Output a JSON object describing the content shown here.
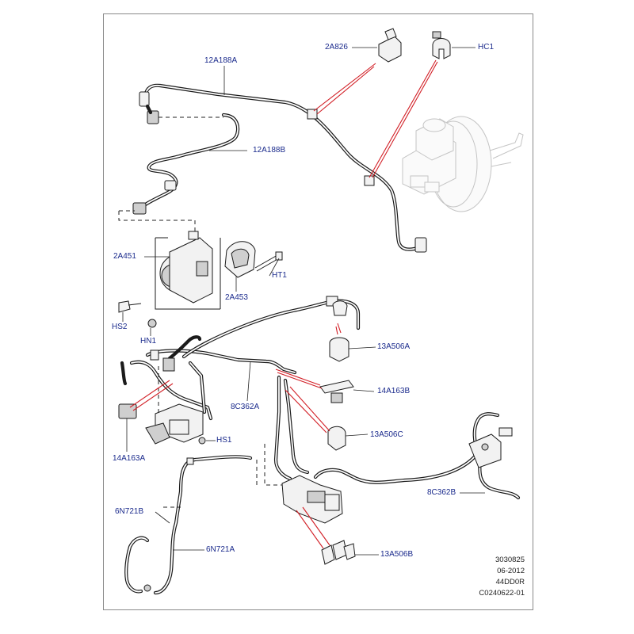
{
  "callouts": {
    "c_12A188A": "12A188A",
    "c_2A826": "2A826",
    "c_HC1": "HC1",
    "c_12A188B": "12A188B",
    "c_2A451": "2A451",
    "c_HT1": "HT1",
    "c_2A453": "2A453",
    "c_HS2": "HS2",
    "c_HN1": "HN1",
    "c_13A506A": "13A506A",
    "c_14A163B": "14A163B",
    "c_8C362A": "8C362A",
    "c_13A506C": "13A506C",
    "c_14A163A": "14A163A",
    "c_HS1": "HS1",
    "c_8C362B": "8C362B",
    "c_6N721B": "6N721B",
    "c_6N721A": "6N721A",
    "c_13A506B": "13A506B"
  },
  "footer": {
    "line1": "3030825",
    "line2": "06-2012",
    "line3": "44DD0R",
    "line4": "C0240622-01"
  },
  "colors": {
    "label": "#1a2a8c",
    "leader_red": "#d21f26",
    "outline": "#1b1b1b",
    "ghost": "#c4c4c4",
    "frame": "#8a8a8a"
  }
}
